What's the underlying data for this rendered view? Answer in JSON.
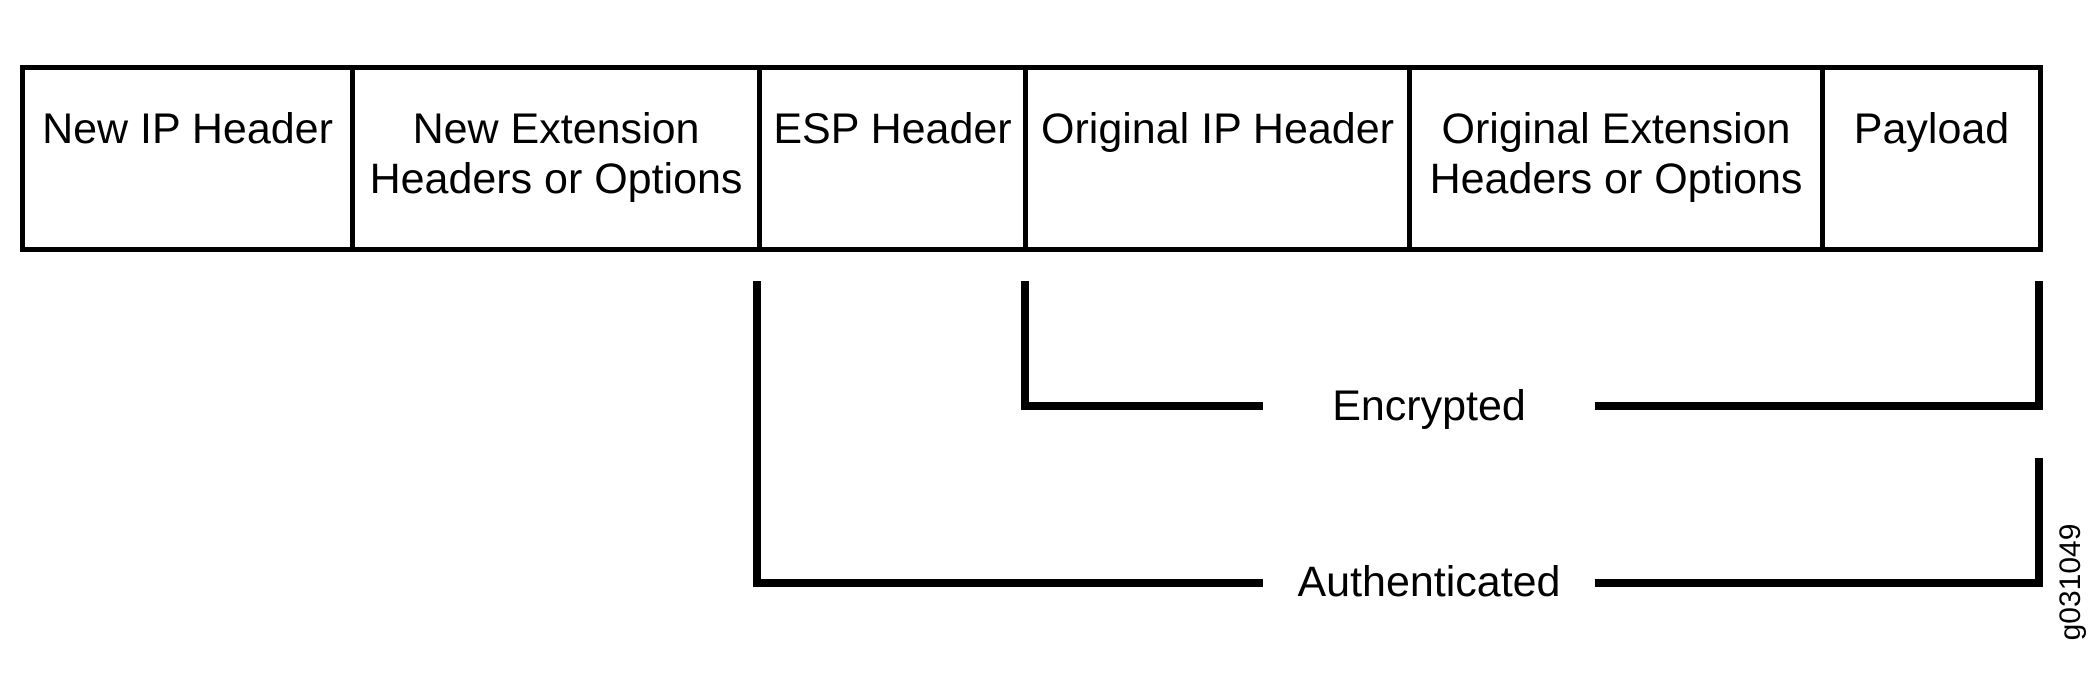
{
  "diagram": {
    "packet_fields": [
      {
        "label": "New IP Header"
      },
      {
        "label": "New Extension Headers or Options"
      },
      {
        "label": "ESP Header"
      },
      {
        "label": "Original IP Header"
      },
      {
        "label": "Original Extension Headers or Options"
      },
      {
        "label": "Payload"
      }
    ],
    "brackets": [
      {
        "label": "Encrypted",
        "covers_fields": [
          "Original IP Header",
          "Original Extension Headers or Options",
          "Payload"
        ]
      },
      {
        "label": "Authenticated",
        "covers_fields": [
          "ESP Header",
          "Original IP Header",
          "Original Extension Headers or Options",
          "Payload"
        ]
      }
    ],
    "figure_id": "g031049",
    "colors": {
      "line": "#000000",
      "text": "#000000",
      "background": "#ffffff"
    }
  }
}
